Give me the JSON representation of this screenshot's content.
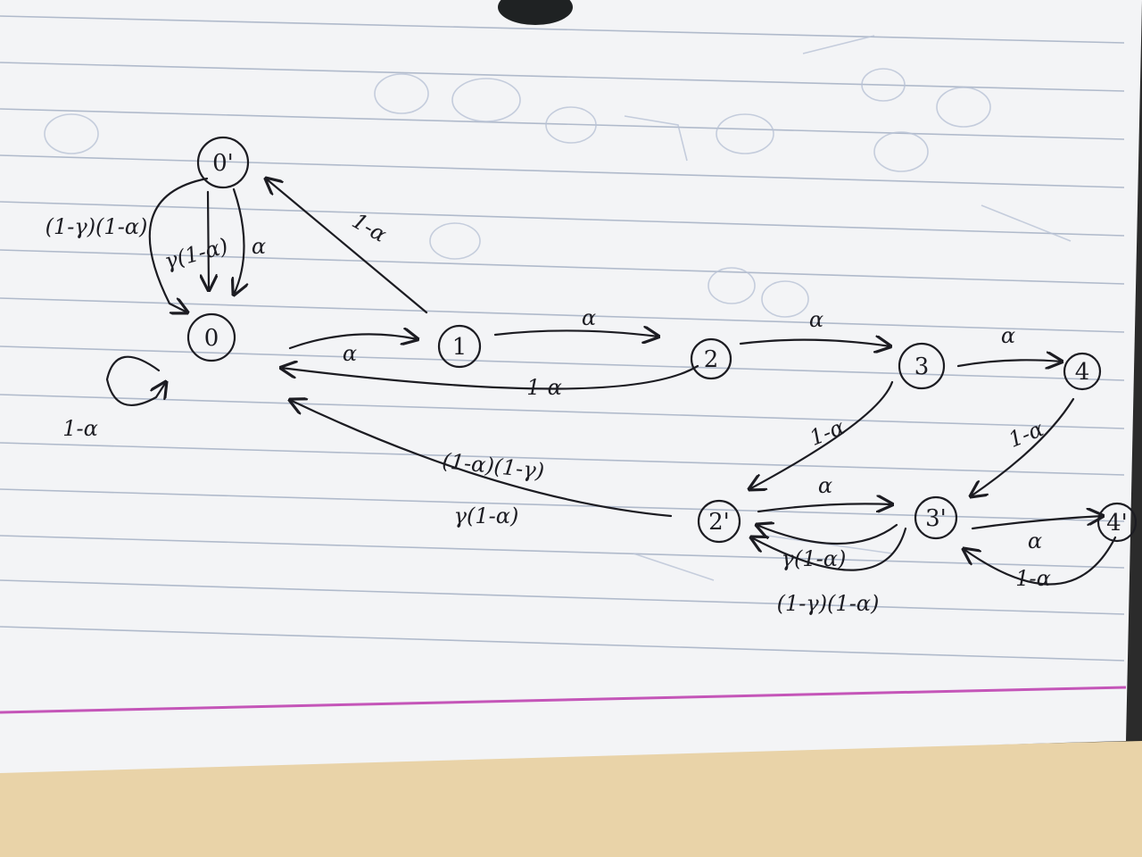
{
  "states": [
    {
      "id": "s0p",
      "label": "0'"
    },
    {
      "id": "s0",
      "label": "0"
    },
    {
      "id": "s1",
      "label": "1"
    },
    {
      "id": "s2",
      "label": "2"
    },
    {
      "id": "s3",
      "label": "3"
    },
    {
      "id": "s4",
      "label": "4"
    },
    {
      "id": "s2p",
      "label": "2'"
    },
    {
      "id": "s3p",
      "label": "3'"
    },
    {
      "id": "s4p",
      "label": "4'"
    }
  ],
  "transitions": [
    {
      "from": "s1",
      "to": "s0p",
      "label": "1-α"
    },
    {
      "from": "s0",
      "to": "s1",
      "label": "α"
    },
    {
      "from": "s1",
      "to": "s2",
      "label": "α"
    },
    {
      "from": "s2",
      "to": "s3",
      "label": "α"
    },
    {
      "from": "s3",
      "to": "s4",
      "label": "α"
    },
    {
      "from": "s2",
      "to": "s0",
      "label": "1-α"
    },
    {
      "from": "s2p",
      "to": "s0",
      "label": "(1-α)(1-γ)"
    },
    {
      "from": "s2p",
      "to": "s0",
      "label": "γ(1-α)"
    },
    {
      "from": "s3",
      "to": "s2p",
      "label": "1-α"
    },
    {
      "from": "s4",
      "to": "s3p",
      "label": "1-α"
    },
    {
      "from": "s2p",
      "to": "s3p",
      "label": "α"
    },
    {
      "from": "s3p",
      "to": "s2p",
      "label": "γ(1-α)"
    },
    {
      "from": "s3p",
      "to": "s2p",
      "label": "(1-γ)(1-α)"
    },
    {
      "from": "s3p",
      "to": "s4p",
      "label": "α"
    },
    {
      "from": "s4p",
      "to": "s3p",
      "label": "1-α"
    },
    {
      "from": "s0",
      "to": "s0",
      "label": "1-α"
    },
    {
      "from": "s0p",
      "to": "s0",
      "label": "(1-γ)(1-α)"
    },
    {
      "from": "s0p",
      "to": "s0",
      "label": "γ(1-α)"
    },
    {
      "from": "s0p",
      "to": "s0",
      "label": "α"
    }
  ],
  "colors": {
    "paper": "#f4f5f7",
    "rule_line": "#9aa7bd",
    "margin_line": "#c455b8",
    "ink": "#1c1c22",
    "faint_ink": "#b9c3d6",
    "table_edge": "#e7cfa4"
  }
}
